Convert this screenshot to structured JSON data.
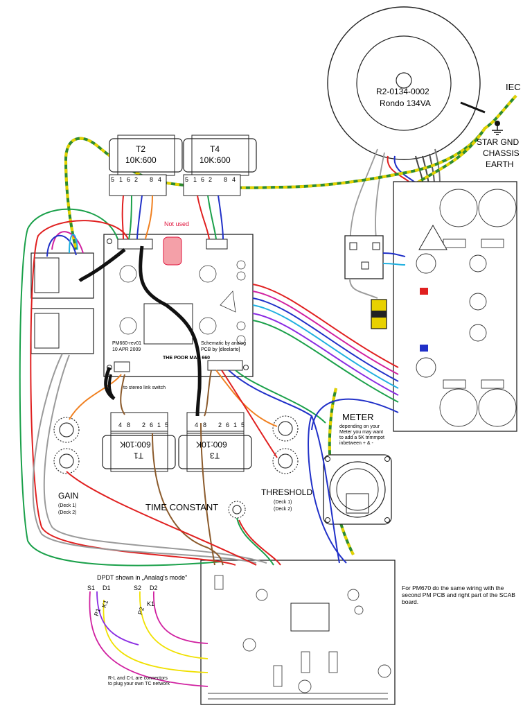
{
  "toroid": {
    "part": "R2-0134-0002",
    "name": "Rondo 134VA"
  },
  "mains": {
    "iec": "IEC",
    "star_gnd": "STAR GND",
    "chassis": "CHASSIS",
    "earth": "EARTH"
  },
  "transformers": {
    "t2": {
      "name": "T2",
      "ratio": "10K:600",
      "pins": [
        "5",
        "1",
        "6",
        "2",
        "8",
        "4"
      ]
    },
    "t4": {
      "name": "T4",
      "ratio": "10K:600",
      "pins": [
        "5",
        "1",
        "6",
        "2",
        "8",
        "4"
      ]
    },
    "t1": {
      "name": "T1",
      "ratio": "600:10K",
      "pins": [
        "4",
        "8",
        "2",
        "6",
        "1",
        "5"
      ]
    },
    "t3": {
      "name": "T3",
      "ratio": "600:10K",
      "pins": [
        "4",
        "8",
        "2",
        "6",
        "1",
        "5"
      ]
    }
  },
  "main_pcb": {
    "not_used": "Not used",
    "rev_line1": "PM660-rev01",
    "rev_line2": "10 APR 2009",
    "credit_line1": "Schematic by analog",
    "credit_line2": "PCB by [dleelarto]",
    "title": "THE POOR MAN 660"
  },
  "notes": {
    "stereo_link": "to stereo link switch",
    "meter": "METER",
    "meter_note": "depending on your\nMeter you may want\nto add a 5K trimmpot\ninbetween + & -",
    "dpdt": "DPDT shown in „Analag's mode\"",
    "connectors": "R-L and C-L are connectors\nto plug your own TC network",
    "pm670": "For PM670 do the same wiring with the\nsecond PM PCB and right part of the SCAB board."
  },
  "controls": {
    "gain": "GAIN",
    "gain_deck1": "(Deck 1)",
    "gain_deck2": "(Deck 2)",
    "time_constant": "TIME CONSTANT",
    "threshold": "THRESHOLD",
    "threshold_deck1": "(Deck 1)",
    "threshold_deck2": "(Deck 2)"
  },
  "dpdt_pins": [
    "S1",
    "D1",
    "P1",
    "K1",
    "S2",
    "D2",
    "P2",
    "K1"
  ],
  "colors": {
    "earth_yellow": "#e5d200",
    "earth_green": "#2e8b2e",
    "wire_red": "#e02020",
    "wire_green": "#1aa04a",
    "wire_blue": "#2030c8",
    "wire_cyan": "#20b0e0",
    "wire_magenta": "#d020a0",
    "wire_orange": "#f08020",
    "wire_brown": "#8b5a2b",
    "wire_gray": "#9a9a9a",
    "wire_black": "#111111",
    "wire_yellow": "#f0e000",
    "wire_purple": "#8a2be2"
  }
}
